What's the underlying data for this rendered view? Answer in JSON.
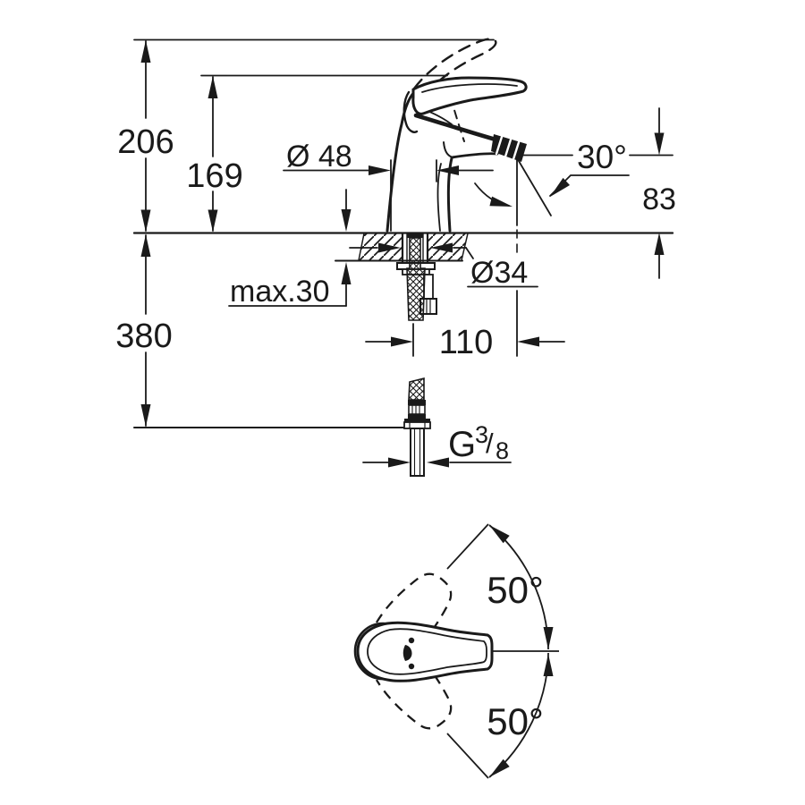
{
  "drawing": {
    "side_view": {
      "overall_height": "206",
      "height_to_handle": "169",
      "body_diameter": "Ø 48",
      "spout_angle": "30°",
      "outlet_height": "83",
      "max_counter_thickness": "max.30",
      "hole_diameter": "Ø34",
      "spout_projection": "110",
      "hose_length": "380",
      "thread": {
        "prefix": "G",
        "numerator": "3",
        "slash": "/",
        "denominator": "8"
      }
    },
    "bottom_view": {
      "handle_swing_up": "50°",
      "handle_swing_down": "50°"
    }
  },
  "colors": {
    "ink": "#1a1a1a",
    "background": "#ffffff"
  }
}
